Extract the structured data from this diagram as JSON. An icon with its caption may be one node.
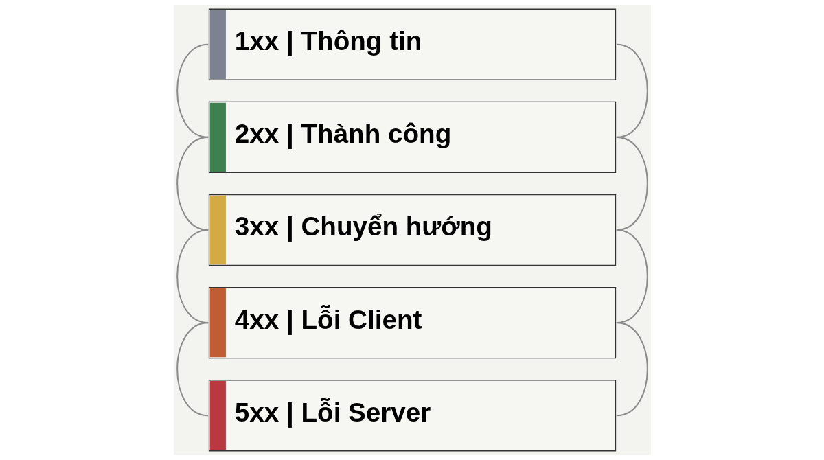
{
  "diagram": {
    "nodes": [
      {
        "text": [
          "1xx | Thông tin"
        ]
      },
      {
        "text": [
          "2xx | Thành công"
        ]
      },
      {
        "text": [
          "3xx | Chuyển hướng"
        ]
      },
      {
        "text": [
          "4xx | Lỗi Client"
        ]
      },
      {
        "text": [
          "5xx | Lỗi Server"
        ]
      }
    ],
    "edges": [
      {
        "from": 0,
        "to": 1,
        "arrow": "none"
      },
      {
        "from": 1,
        "to": 2,
        "arrow": "none"
      },
      {
        "from": 2,
        "to": 3,
        "arrow": "none"
      },
      {
        "from": 3,
        "to": 4,
        "arrow": "none"
      },
      {
        "from": 0,
        "to": 1,
        "arrow": "none"
      },
      {
        "from": 1,
        "to": 2,
        "arrow": "none"
      },
      {
        "from": 2,
        "to": 3,
        "arrow": "none"
      },
      {
        "from": 3,
        "to": 4,
        "arrow": "none"
      }
    ]
  }
}
